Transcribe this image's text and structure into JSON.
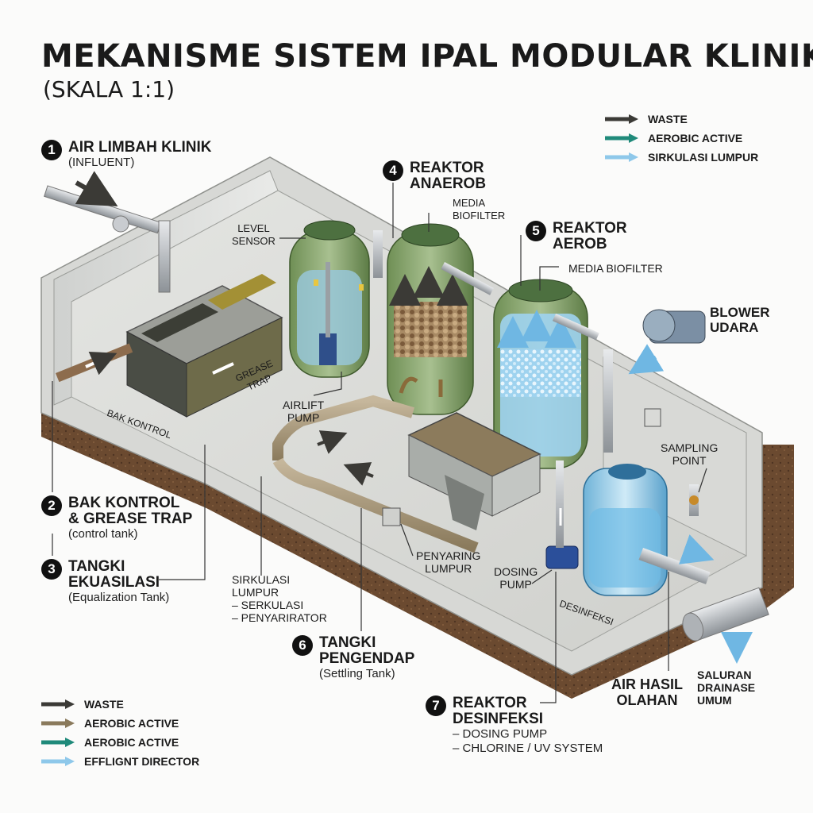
{
  "title": "MEKANISME SISTEM IPAL MODULAR KLINIK",
  "subtitle": "(SKALA 1:1)",
  "legend_top": [
    {
      "label": "WASTE",
      "color": "#3b3a36"
    },
    {
      "label": "AEROBIC ACTIVE",
      "color": "#1f8a7a"
    },
    {
      "label": "SIRKULASI LUMPUR",
      "color": "#8ec8ea"
    }
  ],
  "legend_bottom": [
    {
      "label": "WASTE",
      "color": "#3b3a36"
    },
    {
      "label": "AEROBIC ACTIVE",
      "color": "#8a7a5c"
    },
    {
      "label": "AEROBIC ACTIVE",
      "color": "#1f8a7a"
    },
    {
      "label": "EFFLIGNT DIRECTOR",
      "color": "#8ec8ea"
    }
  ],
  "steps": {
    "s1": {
      "num": "1",
      "title": "AIR LIMBAH KLINIK",
      "sub": "(INFLUENT)"
    },
    "s2": {
      "num": "2",
      "title": "BAK KONTROL",
      "title2": "& GREASE TRAP",
      "sub": "(control tank)"
    },
    "s3": {
      "num": "3",
      "title": "TANGKI",
      "title2": "EKUASILASI",
      "sub": "(Equalization Tank)"
    },
    "s4": {
      "num": "4",
      "title": "REAKTOR",
      "title2": "ANAEROB"
    },
    "s5": {
      "num": "5",
      "title": "REAKTOR",
      "title2": "AEROB"
    },
    "s6": {
      "num": "6",
      "title": "TANGKI",
      "title2": "PENGENDAP",
      "sub": "(Settling Tank)"
    },
    "s7": {
      "num": "7",
      "title": "REAKTOR",
      "title2": "DESINFEKSI",
      "sub": "– DOSING PUMP",
      "sub2": "– CHLORINE / UV SYSTEM"
    }
  },
  "labels": {
    "level_sensor": "LEVEL",
    "level_sensor2": "SENSOR",
    "media_biofilter_1": "MEDIA",
    "media_biofilter_1b": "BIOFILTER",
    "media_biofilter_2": "MEDIA BIOFILTER",
    "blower": "BLOWER",
    "blower2": "UDARA",
    "sampling": "SAMPLING",
    "sampling2": "POINT",
    "airlift": "AIRLIFT",
    "airlift2": "PUMP",
    "bak_kontrol": "BAK KONTROL",
    "grease": "GREASE",
    "grease2": "TRAP",
    "penyaring": "PENYARING",
    "penyaring2": "LUMPUR",
    "dosing": "DOSING",
    "dosing2": "PUMP",
    "desinfeksi_floor": "DESINFEKSI",
    "sirkulasi": "SIRKULASI",
    "sirkulasi2": "LUMPUR",
    "sirkulasi_a": "– SERKULASI",
    "sirkulasi_b": "– PENYARIRATOR",
    "air_hasil": "AIR HASIL",
    "air_hasil2": "OLAHAN",
    "saluran": "SALURAN",
    "saluran2": "DRAINASE",
    "saluran3": "UMUM"
  }
}
